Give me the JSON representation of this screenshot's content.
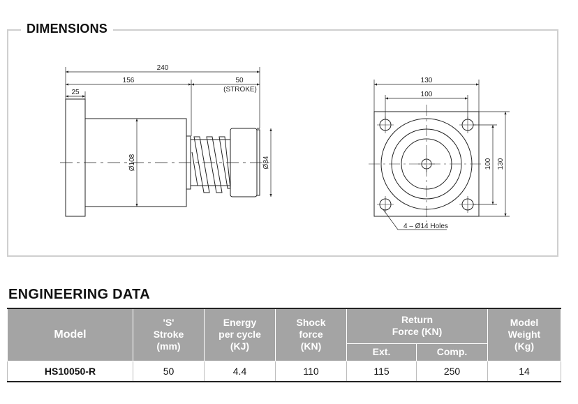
{
  "dimensions": {
    "title": "DIMENSIONS",
    "side_view": {
      "overall_length": "240",
      "body_length": "156",
      "flange_thickness": "25",
      "stroke_value": "50",
      "stroke_label": "(STROKE)",
      "body_diameter": "Ø108",
      "head_diameter": "Ø84"
    },
    "front_view": {
      "width_outer": "130",
      "width_holes": "100",
      "height_holes": "100",
      "height_outer": "130",
      "holes_note": "4 – Ø14 Holes"
    }
  },
  "engineering": {
    "title": "ENGINEERING DATA",
    "headers": {
      "model": "Model",
      "stroke": [
        "'S'",
        "Stroke",
        "(mm)"
      ],
      "energy": [
        "Energy",
        "per cycle",
        "(KJ)"
      ],
      "shock": [
        "Shock",
        "force",
        "(KN)"
      ],
      "return": [
        "Return",
        "Force (KN)"
      ],
      "ext": "Ext.",
      "comp": "Comp.",
      "weight": [
        "Model",
        "Weight",
        "(Kg)"
      ]
    },
    "rows": [
      {
        "model": "HS10050-R",
        "stroke": "50",
        "energy": "4.4",
        "shock": "110",
        "ext": "115",
        "comp": "250",
        "weight": "14"
      }
    ]
  }
}
